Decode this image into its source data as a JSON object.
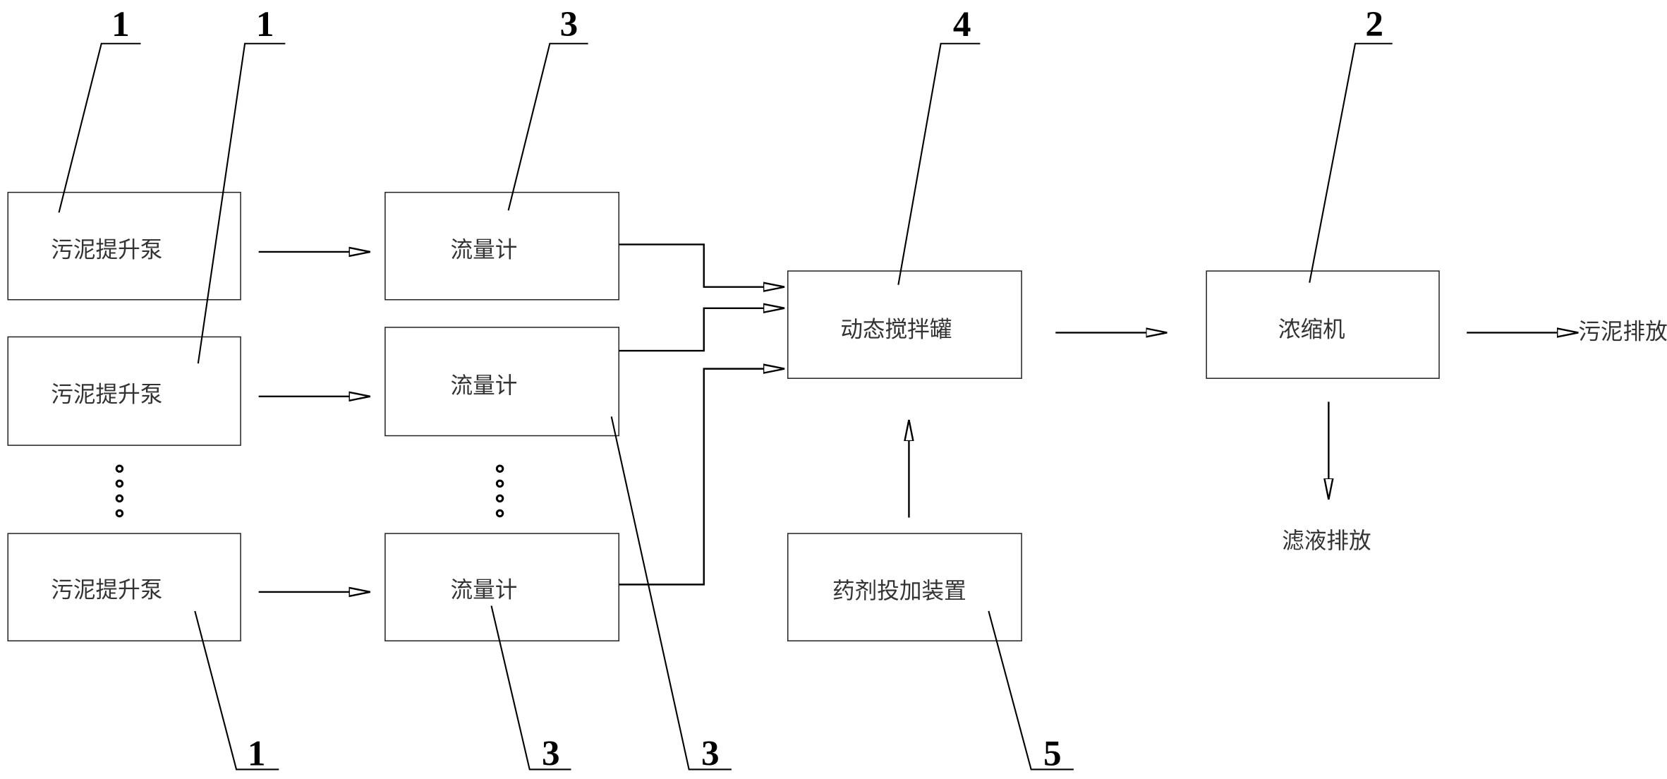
{
  "blocks": {
    "pump": "污泥提升泵",
    "flowmeter": "流量计",
    "mixer": "动态搅拌罐",
    "concentrator": "浓缩机",
    "dosing": "药剂投加装置"
  },
  "outputs": {
    "sludge_discharge": "污泥排放",
    "filtrate_discharge": "滤液排放"
  },
  "reference_numerals": {
    "pump": "1",
    "concentrator": "2",
    "flowmeter": "3",
    "mixer": "4",
    "dosing": "5"
  },
  "ellipsis_dots": 4,
  "colors": {
    "line": "#000000",
    "text": "#333333"
  }
}
